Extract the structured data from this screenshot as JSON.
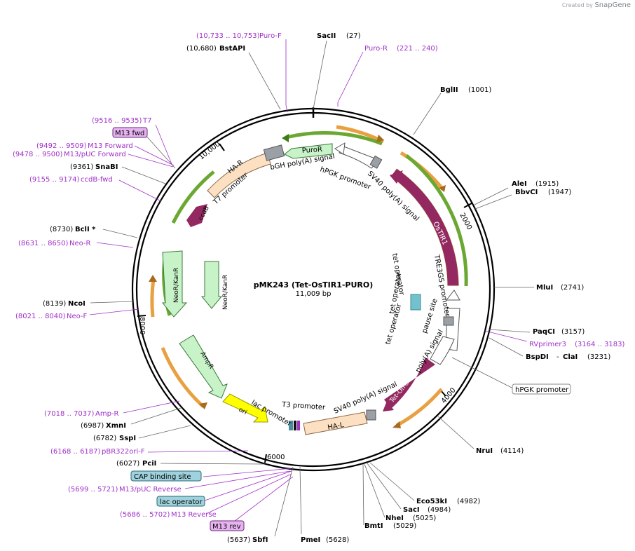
{
  "credit": {
    "prefix": "Created by",
    "brand": "SnapGene"
  },
  "plasmid": {
    "name": "pMK243 (Tet-OsTIR1-PURO)",
    "size": "11,009 bp"
  },
  "ticks": [
    "2000",
    "4000",
    "6000",
    "8000",
    "10,000"
  ],
  "sites": {
    "sacII": {
      "name": "SacII",
      "pos": "(27)"
    },
    "bglII": {
      "name": "BglII",
      "pos": "(1001)"
    },
    "aleI": {
      "name": "AleI",
      "pos": "(1915)"
    },
    "bbvCI": {
      "name": "BbvCI",
      "pos": "(1947)"
    },
    "mluI": {
      "name": "MluI",
      "pos": "(2741)"
    },
    "paqCI": {
      "name": "PaqCI",
      "pos": "(3157)"
    },
    "bspDI": {
      "name": "BspDI",
      "sep": "-",
      "name2": "ClaI",
      "pos": "(3231)"
    },
    "nruI": {
      "name": "NruI",
      "pos": "(4114)"
    },
    "eco53kI": {
      "name": "Eco53kI",
      "pos": "(4982)"
    },
    "sacI": {
      "name": "SacI",
      "pos": "(4984)"
    },
    "nheI": {
      "name": "NheI",
      "pos": "(5025)"
    },
    "bmtI": {
      "name": "BmtI",
      "pos": "(5029)"
    },
    "pmeI": {
      "name": "PmeI",
      "pos": "(5628)"
    },
    "sbfI": {
      "name": "SbfI",
      "pos": "(5637)"
    },
    "pciI": {
      "name": "PciI",
      "pos": "(6027)"
    },
    "sspI": {
      "name": "SspI",
      "pos": "(6782)"
    },
    "xmnI": {
      "name": "XmnI",
      "pos": "(6987)"
    },
    "ncoI": {
      "name": "NcoI",
      "pos": "(8139)"
    },
    "bclI": {
      "name": "BclI *",
      "pos": "(8730)"
    },
    "snaBI": {
      "name": "SnaBI",
      "pos": "(9361)"
    },
    "bstAPI": {
      "name": "BstAPI",
      "pos": "(10,680)"
    }
  },
  "primers": {
    "puroF": {
      "name": "Puro-F",
      "pos": "(10,733 .. 10,753)"
    },
    "puroR": {
      "name": "Puro-R",
      "pos": "(221 .. 240)"
    },
    "rvprimer3": {
      "name": "RVprimer3",
      "pos": "(3164 .. 3183)"
    },
    "pbr322ori": {
      "name": "pBR322ori-F",
      "pos": "(6168 .. 6187)"
    },
    "m13pucRev": {
      "name": "M13/pUC Reverse",
      "pos": "(5699 .. 5721)"
    },
    "m13rev": {
      "name": "M13 Reverse",
      "pos": "(5686 .. 5702)"
    },
    "ampR": {
      "name": "Amp-R",
      "pos": "(7018 .. 7037)"
    },
    "neoF": {
      "name": "Neo-F",
      "pos": "(8021 .. 8040)"
    },
    "neoR": {
      "name": "Neo-R",
      "pos": "(8631 .. 8650)"
    },
    "ccdBfwd": {
      "name": "ccdB-fwd",
      "pos": "(9155 .. 9174)"
    },
    "m13pucFwd": {
      "name": "M13/pUC Forward",
      "pos": "(9478 .. 9500)"
    },
    "m13fwdP": {
      "name": "M13 Forward",
      "pos": "(9492 .. 9509)"
    },
    "t7": {
      "name": "T7",
      "pos": "(9516 .. 9535)"
    }
  },
  "boxed": {
    "m13fwd": "M13 fwd",
    "m13revBox": "M13 rev",
    "capSite": "CAP binding site",
    "lacOp": "lac operator",
    "hpgkBox": "hPGK promoter"
  },
  "features": {
    "osTIR1": "OsTIR1",
    "tetOn": "Tet-On® 3G",
    "puroR": "PuroR",
    "haR": "HA-R",
    "haL": "HA-L",
    "ccdB": "ccdB",
    "neoKanOuter": "NeoR/KanR",
    "neoKanInner": "NeoR/KanR",
    "ampR": "AmpR",
    "ori": "ori"
  },
  "featureLabels": {
    "bgh": "bGH poly(A) signal",
    "hpgk": "hPGK promoter",
    "sv40a": "SV40 poly(A) signal",
    "tre3gs": "TRE3GS promoter",
    "tetop1": "tet operator",
    "tetop2": "tet operator",
    "tetop3": "tet operator",
    "pause": "pause site",
    "polyA": "poly(A) signal",
    "sv40b": "SV40 poly(A) signal",
    "t7prom": "T7 promoter",
    "t3prom": "T3 promoter",
    "lacprom": "lac promoter"
  },
  "colors": {
    "enzyme": "#000000",
    "primer": "#a030c8",
    "primerBox": "#e6b3f0",
    "feature": "#932960",
    "promoter": "#ffffff",
    "marker": "#c8f2c8",
    "ori": "#ffff00",
    "ha": "#fde0c2",
    "orange": "#e8a040",
    "green": "#6aa832"
  }
}
